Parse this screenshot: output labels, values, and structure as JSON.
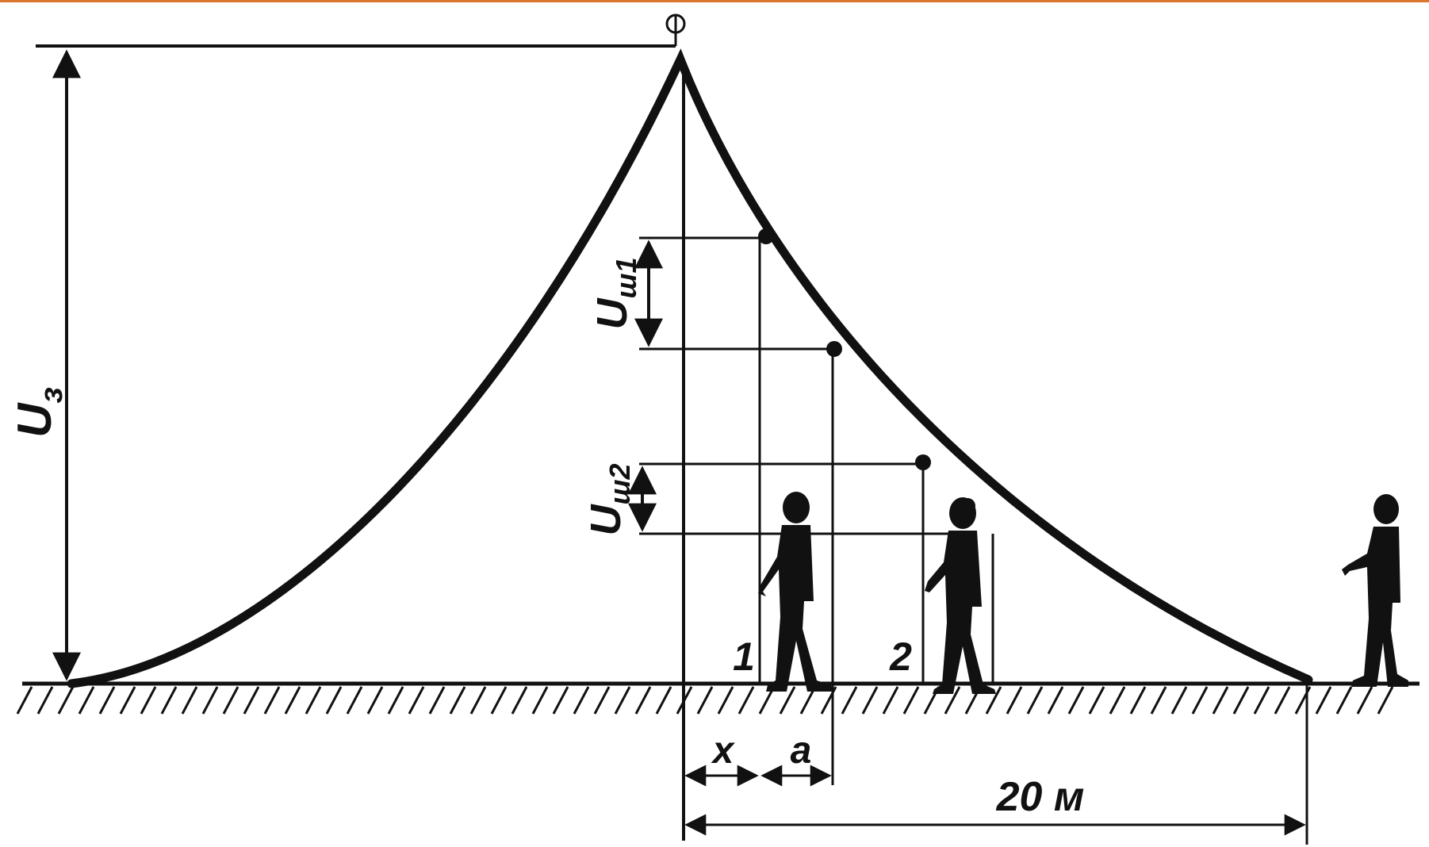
{
  "colors": {
    "ink": "#111111",
    "background": "#ffffff",
    "top_border": "#d9772e"
  },
  "labels": {
    "phi": "φ",
    "u_earth": "U",
    "u_earth_sub": "з",
    "u_step1": "U",
    "u_step1_sub": "ш1",
    "u_step2": "U",
    "u_step2_sub": "ш2",
    "person1_number": "1",
    "person2_number": "2",
    "x_label": "x",
    "a_label": "a",
    "distance_label": "20 м"
  },
  "icons": {
    "person": "walking-person-silhouette",
    "ground": "ground-hatching"
  }
}
